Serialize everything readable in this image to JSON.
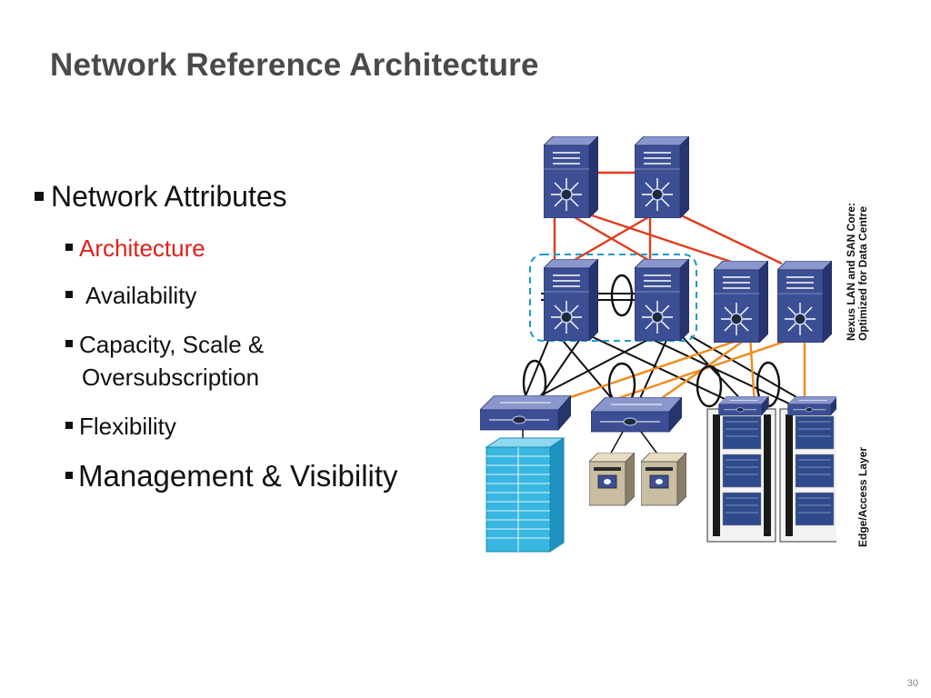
{
  "title": "Network Reference Architecture",
  "bullets": {
    "main": "Network Attributes",
    "architecture": "Architecture",
    "availability": "Availability",
    "capacity_line1": "Capacity, Scale &",
    "capacity_line2": "Oversubscription",
    "flexibility": "Flexibility",
    "management": "Management & Visibility"
  },
  "diagram": {
    "core_label_line1": "Nexus  LAN and SAN Core:",
    "core_label_line2": "Optimized for Data Centre",
    "edge_label": "Edge/Access Layer"
  },
  "colors": {
    "highlight": "#e0201b",
    "link_red": "#e03c1c",
    "link_orange": "#f08a1c",
    "switch_face": "#3d4f94",
    "vpc_outline": "#1a9ccc"
  },
  "page_number": "30"
}
